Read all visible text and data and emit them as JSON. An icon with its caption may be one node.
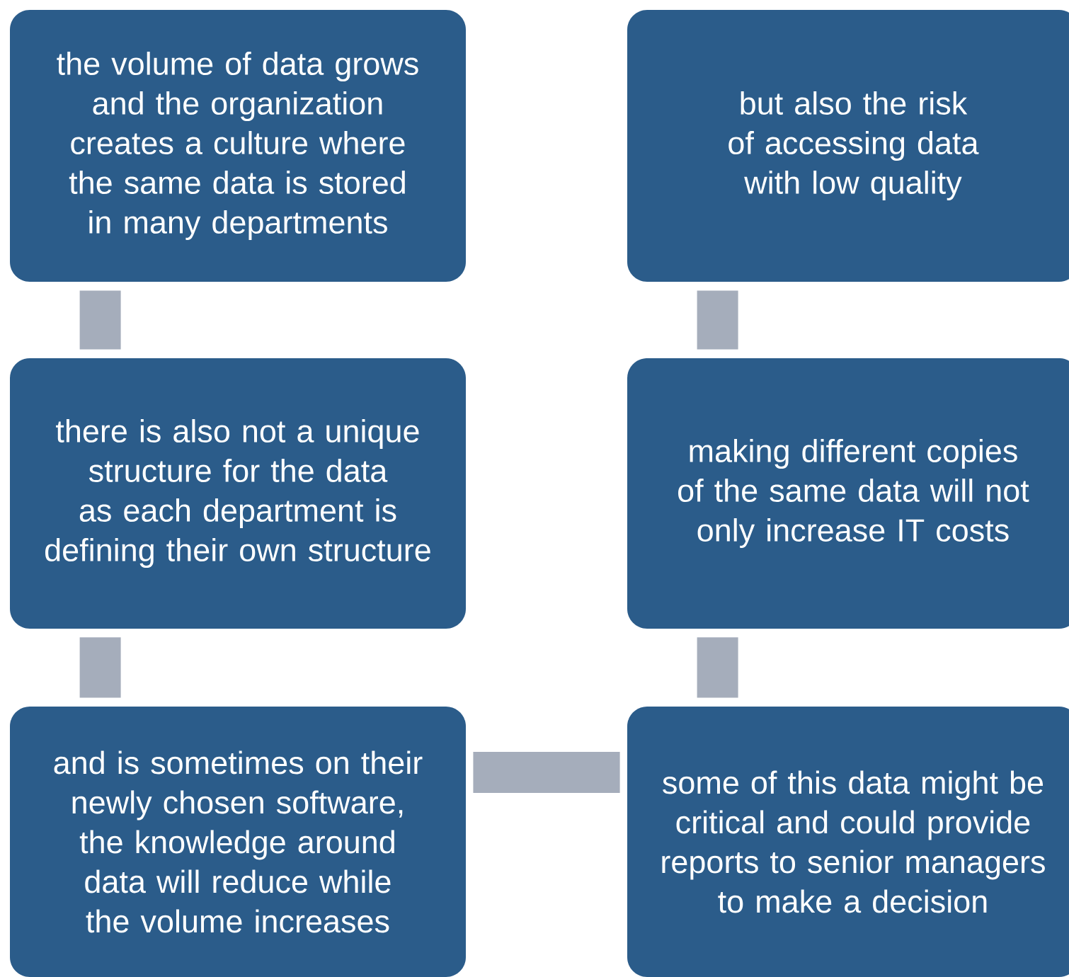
{
  "diagram": {
    "nodes": [
      {
        "text": [
          "the volume of data grows and the organization creates a culture where the same data is stored in many departments"
        ]
      },
      {
        "text": [
          "there is also not a unique structure for the data as each department is defining their own structure"
        ]
      },
      {
        "text": [
          "and is sometimes on their newly chosen software, the knowledge around data will reduce while the volume increases"
        ]
      },
      {
        "text": [
          "some of this data might be critical and could provide reports to senior managers to make a decision"
        ]
      },
      {
        "text": [
          "making different copies of the same data will not only increase IT costs"
        ]
      },
      {
        "text": [
          "but also the risk of accessing data with low quality"
        ]
      }
    ],
    "edges": [
      {
        "from": 0,
        "to": 1,
        "arrow": "none"
      },
      {
        "from": 1,
        "to": 2,
        "arrow": "none"
      },
      {
        "from": 2,
        "to": 3,
        "arrow": "none"
      },
      {
        "from": 3,
        "to": 4,
        "arrow": "none"
      },
      {
        "from": 4,
        "to": 5,
        "arrow": "none"
      }
    ]
  }
}
